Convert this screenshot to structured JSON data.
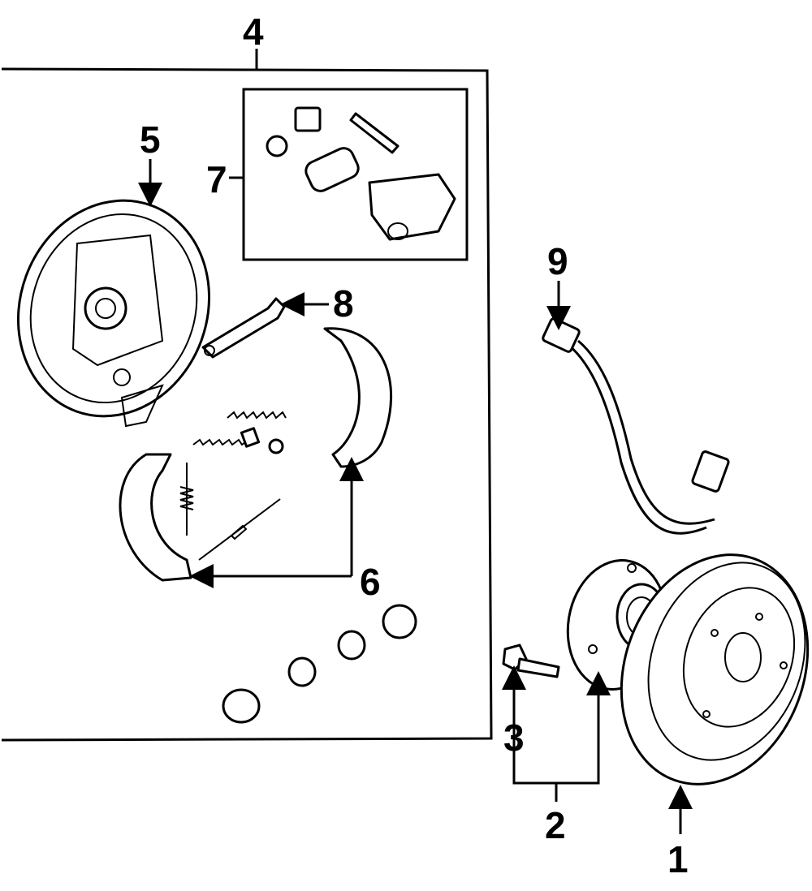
{
  "callouts": {
    "c1": "1",
    "c2": "2",
    "c3": "3",
    "c4": "4",
    "c5": "5",
    "c6": "6",
    "c7": "7",
    "c8": "8",
    "c9": "9"
  },
  "parts": [
    {
      "callout": "1",
      "icon": "brake-drum-icon"
    },
    {
      "callout": "2",
      "icon": "hub-bearing-icon"
    },
    {
      "callout": "3",
      "icon": "hub-bolt-icon"
    },
    {
      "callout": "4",
      "icon": "brake-assembly-frame"
    },
    {
      "callout": "5",
      "icon": "backing-plate-icon"
    },
    {
      "callout": "6",
      "icon": "brake-shoe-icon"
    },
    {
      "callout": "7",
      "icon": "wheel-cylinder-kit-icon"
    },
    {
      "callout": "8",
      "icon": "adjuster-icon"
    },
    {
      "callout": "9",
      "icon": "brake-hose-icon"
    }
  ]
}
